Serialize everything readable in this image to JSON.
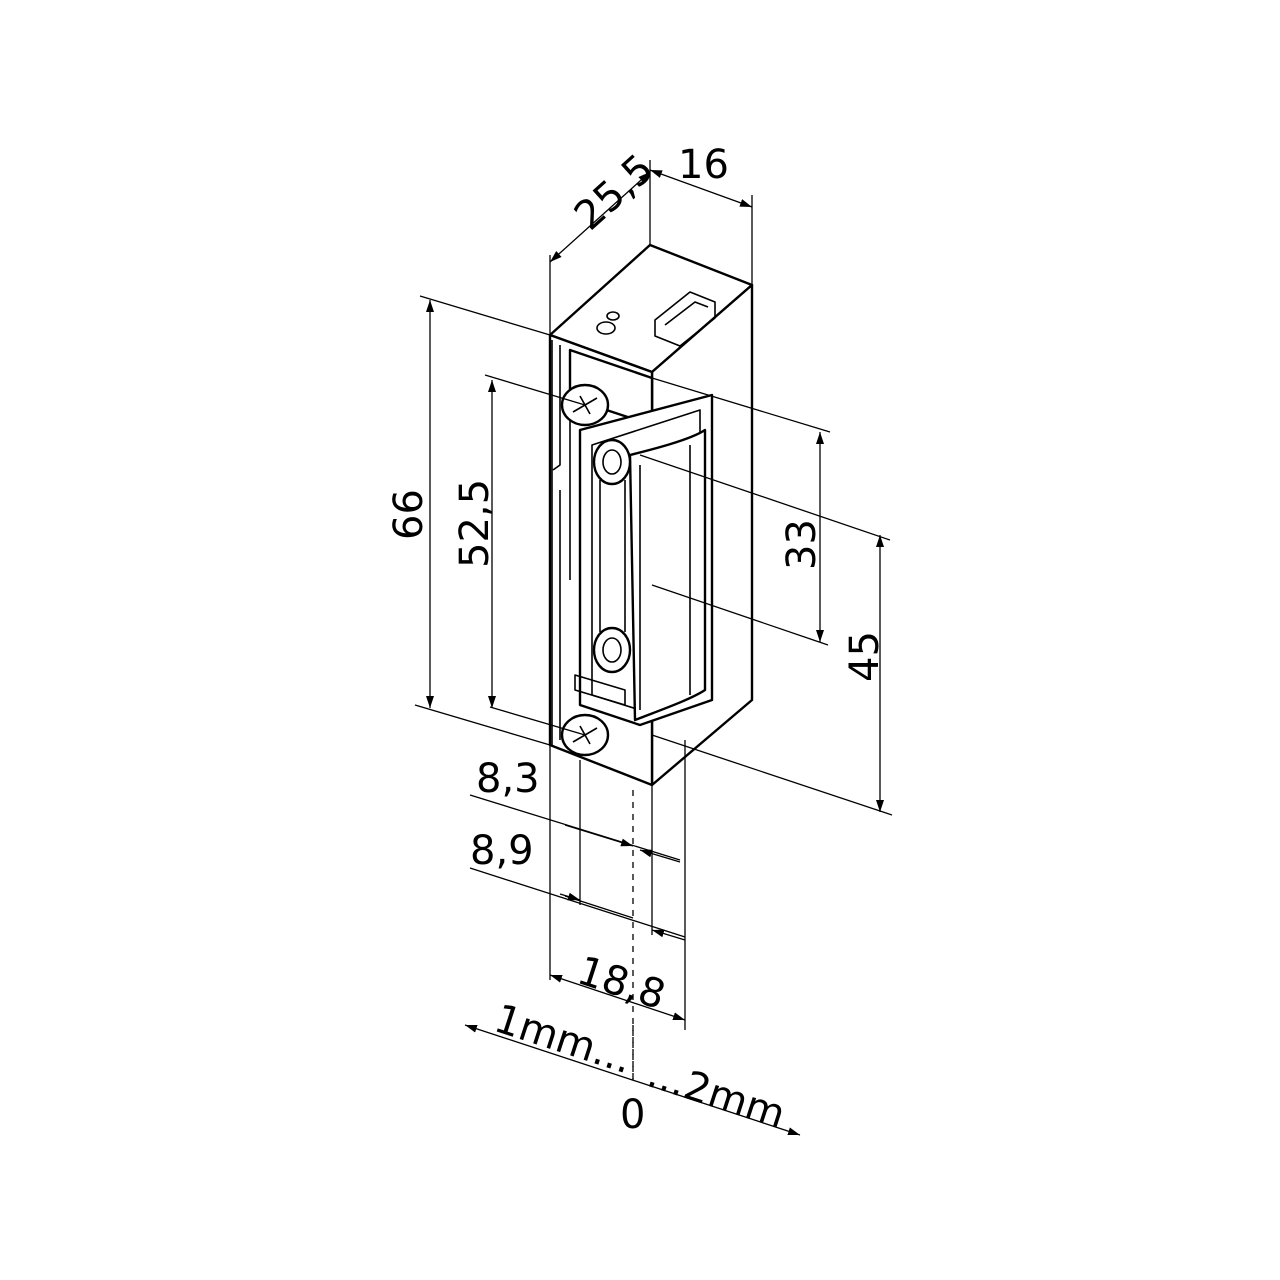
{
  "dimensions": {
    "depth_25_5": "25,5",
    "width_16": "16",
    "height_66": "66",
    "height_52_5": "52,5",
    "height_33": "33",
    "height_45": "45",
    "offset_8_3": "8,3",
    "offset_8_9": "8,9",
    "width_18_8": "18,8",
    "adjust_minus": "1mm...",
    "adjust_plus": "...2mm",
    "adjust_zero": "0"
  }
}
